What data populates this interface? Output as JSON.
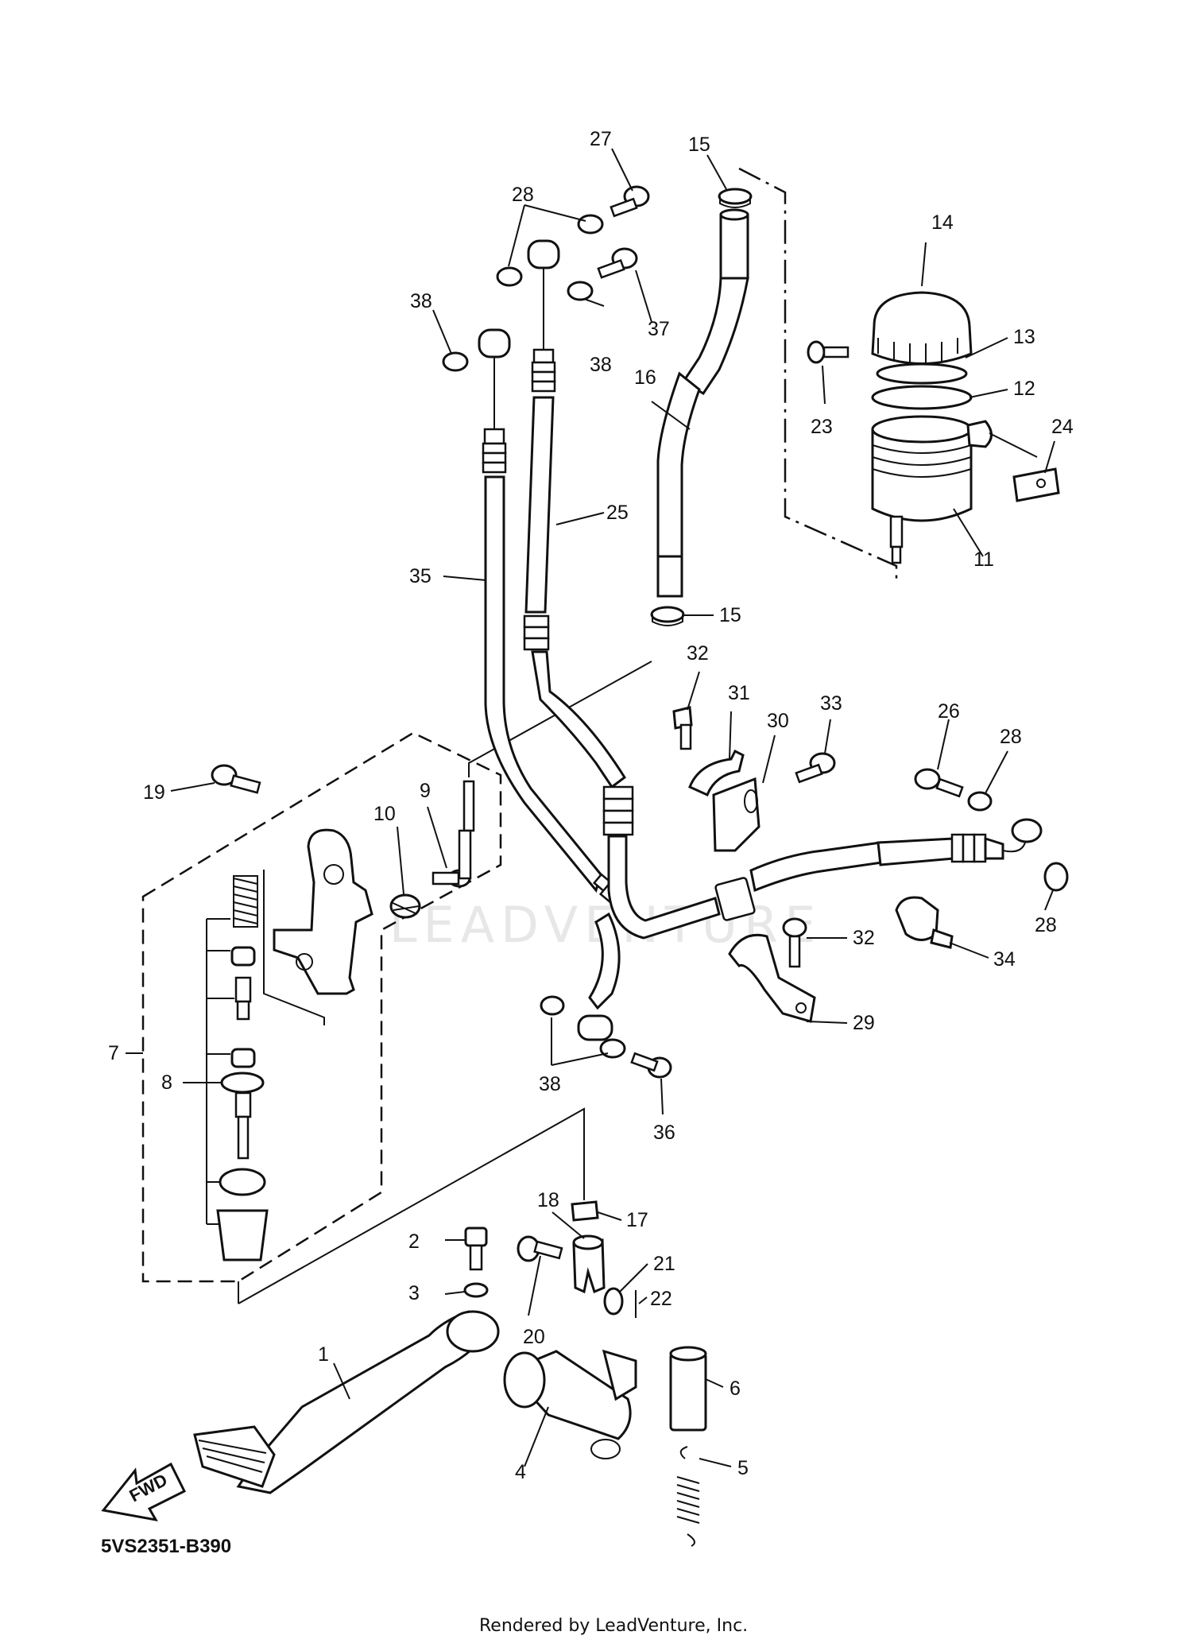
{
  "diagram_code": "5VS2351-B390",
  "credit": "Rendered by LeadVenture, Inc.",
  "watermark": "LEADVENTURE",
  "fwd_label": "FWD",
  "callouts": {
    "c1": "1",
    "c2": "2",
    "c3": "3",
    "c4": "4",
    "c5": "5",
    "c6": "6",
    "c7": "7",
    "c8": "8",
    "c9": "9",
    "c10": "10",
    "c11": "11",
    "c12": "12",
    "c13": "13",
    "c14": "14",
    "c15a": "15",
    "c15b": "15",
    "c16": "16",
    "c17": "17",
    "c18": "18",
    "c19": "19",
    "c20": "20",
    "c21": "21",
    "c22": "22",
    "c23": "23",
    "c24": "24",
    "c25": "25",
    "c26": "26",
    "c27": "27",
    "c28a": "28",
    "c28b": "28",
    "c28c": "28",
    "c29": "29",
    "c30": "30",
    "c31": "31",
    "c32a": "32",
    "c32b": "32",
    "c33": "33",
    "c34": "34",
    "c35": "35",
    "c36": "36",
    "c37": "37",
    "c38a": "38",
    "c38b": "38",
    "c38c": "38"
  }
}
